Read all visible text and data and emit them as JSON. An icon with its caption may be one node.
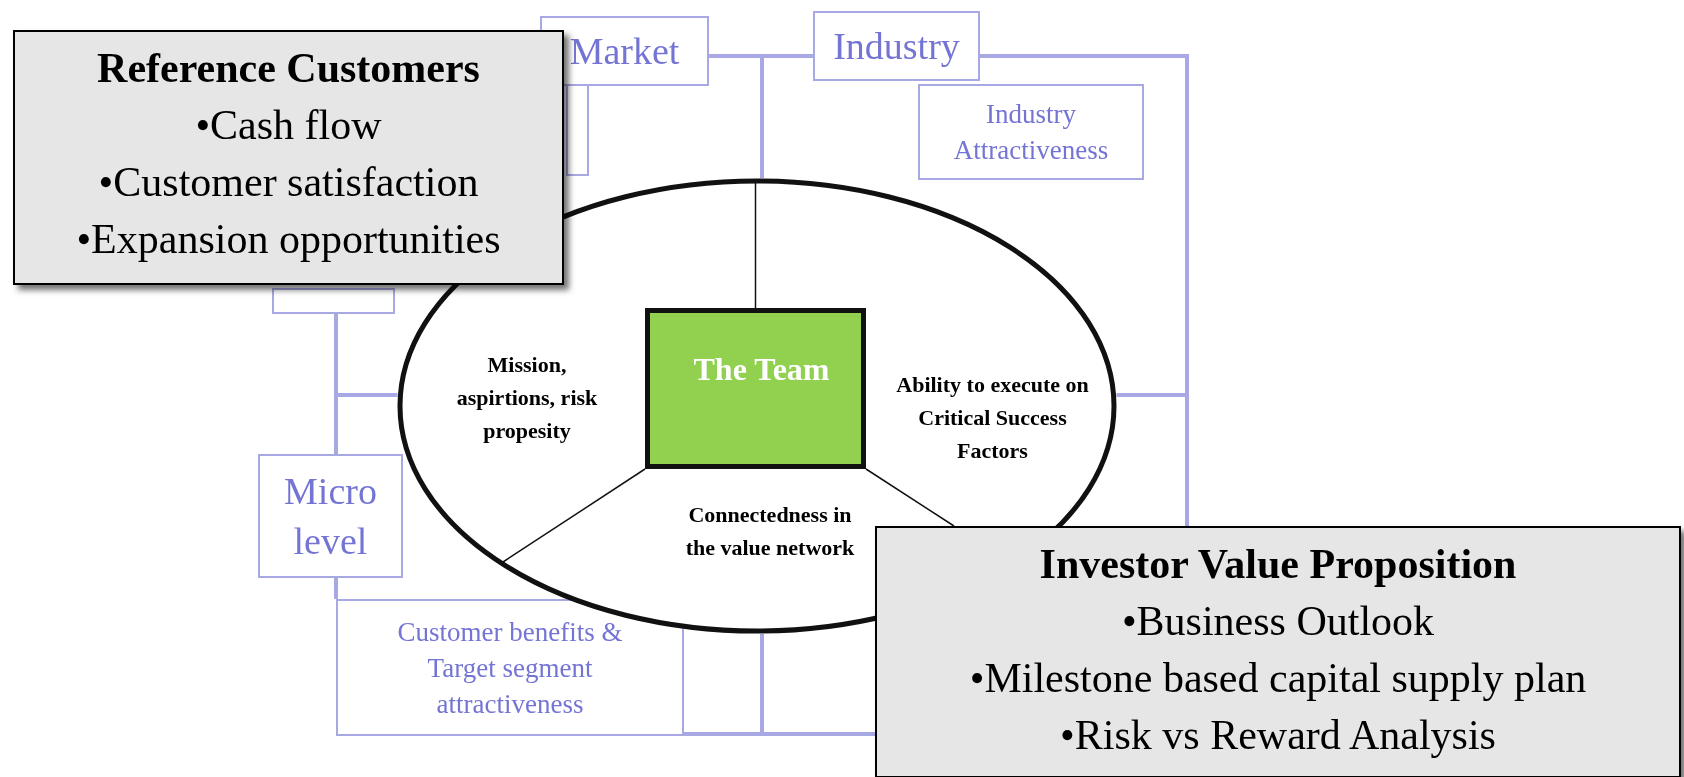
{
  "diagram": {
    "nodes": [
      {
        "text": [
          "Reference Customers",
          "•Cash flow",
          "•Customer satisfaction",
          "•Expansion opportunities"
        ]
      },
      {
        "text": [
          "Market"
        ]
      },
      {
        "text": [],
        "shape": "box"
      },
      {
        "text": [
          "Industry"
        ]
      },
      {
        "text": [
          "Industry Attractiveness"
        ]
      },
      {
        "text": [],
        "shape": "box"
      },
      {
        "text": [
          "Micro level"
        ]
      },
      {
        "text": [
          "Customer benefits & Target segment attractiveness"
        ]
      },
      {
        "text": [
          "Mission, aspirtions, risk propesity",
          "Ability to execute on Critical Success Factors",
          "Connectedness in the value network"
        ]
      },
      {
        "text": [
          "The Team"
        ],
        "in": 8
      },
      {
        "text": [
          "Investor Value Proposition",
          "•Business Outlook",
          "•Milestone based capital supply plan",
          "•Risk vs Reward Analysis"
        ]
      }
    ],
    "edges": [
      {
        "from": 1,
        "to": 3,
        "arrow": "none"
      },
      {
        "from": 3,
        "to": 8,
        "arrow": "none"
      },
      {
        "from": 1,
        "to": 8,
        "arrow": "none"
      },
      {
        "from": 5,
        "to": 6,
        "arrow": "none"
      },
      {
        "from": 6,
        "to": 8,
        "arrow": "none"
      },
      {
        "from": 6,
        "to": 7,
        "arrow": "none"
      },
      {
        "from": 7,
        "to": 8,
        "arrow": "none"
      },
      {
        "from": 3,
        "to": 10,
        "arrow": "none"
      },
      {
        "from": 7,
        "to": 10,
        "arrow": "none"
      }
    ]
  }
}
